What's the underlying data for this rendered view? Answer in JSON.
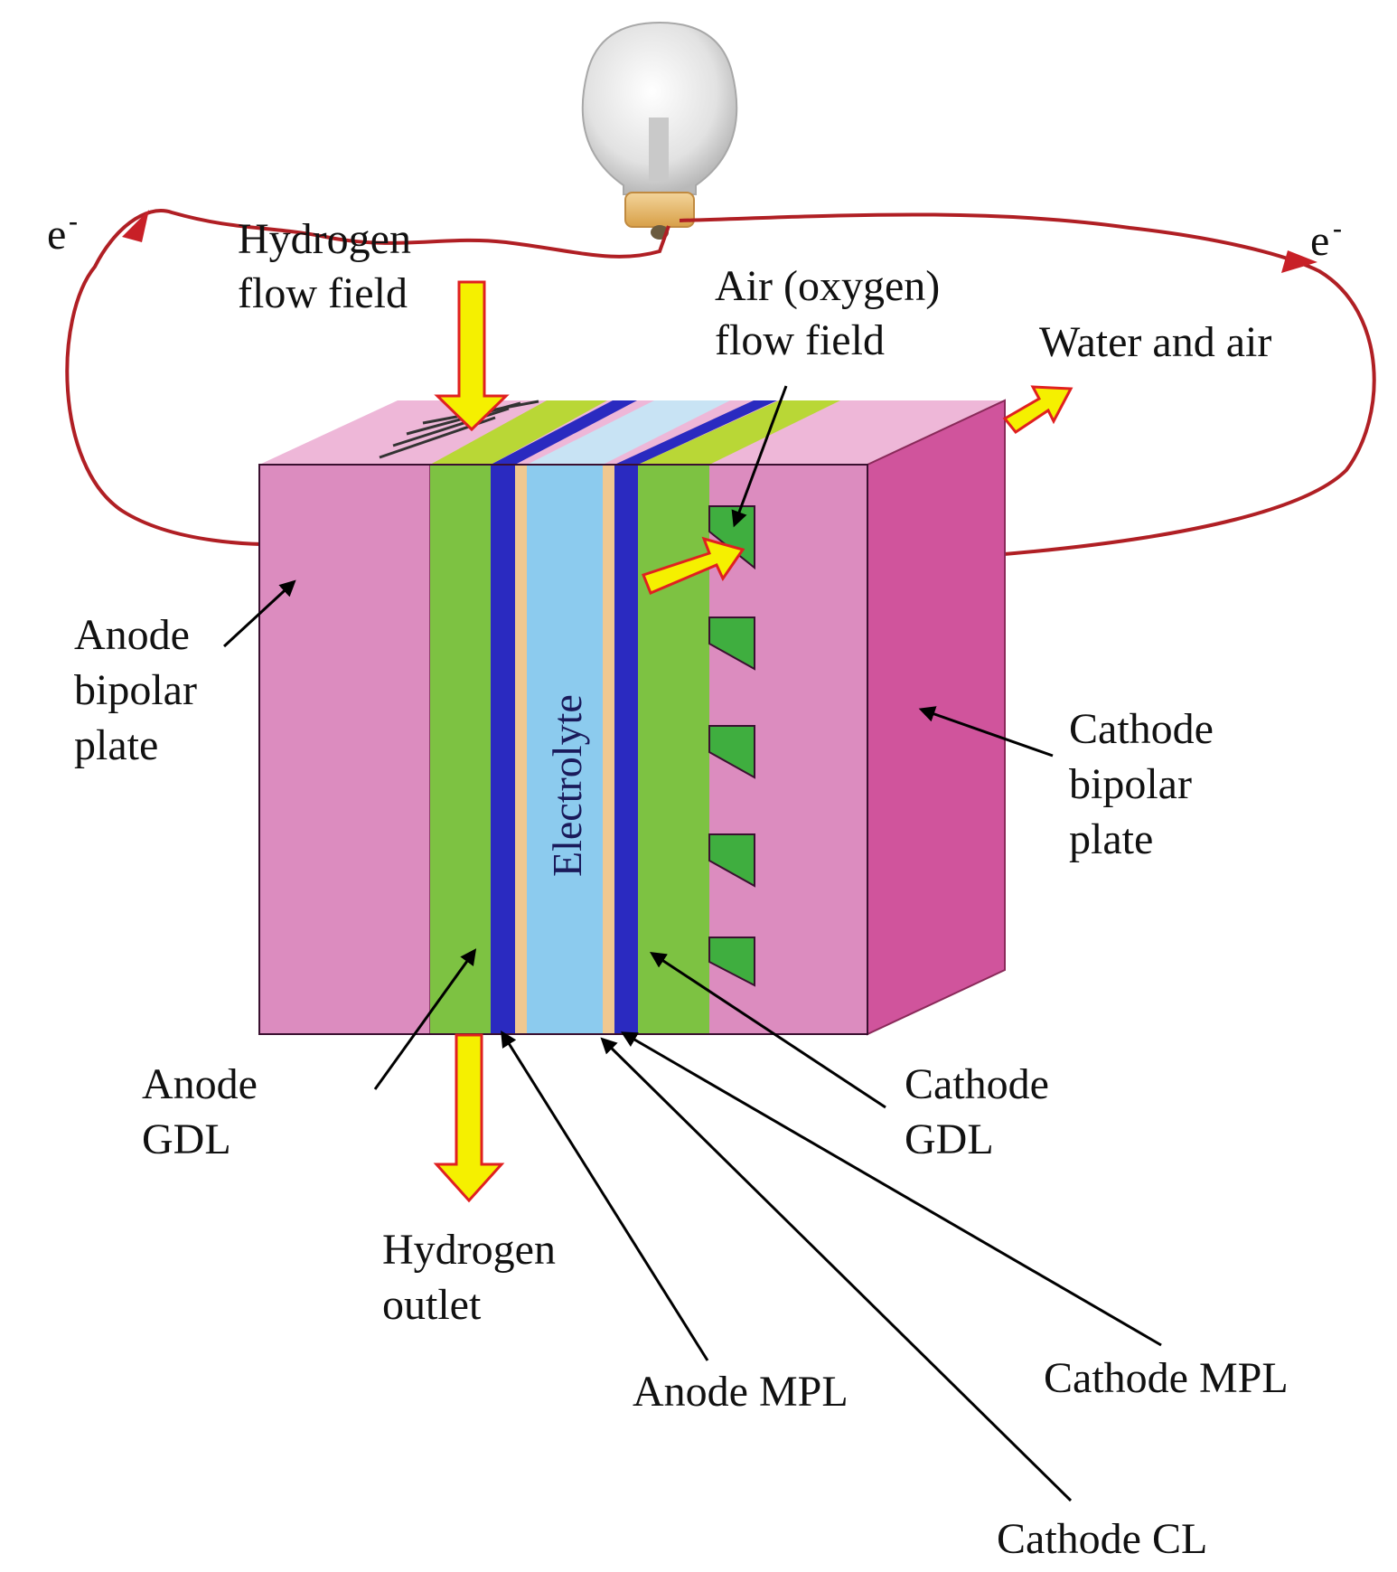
{
  "electron_left": {
    "base": "e",
    "sup": "-"
  },
  "electron_right": {
    "base": "e",
    "sup": "-"
  },
  "labels": {
    "hydrogen_flow_field": [
      "Hydrogen",
      "flow field"
    ],
    "air_flow_field": [
      "Air (oxygen)",
      "flow field"
    ],
    "water_and_air": "Water and air",
    "anode_bipolar_plate": [
      "Anode",
      "bipolar",
      "plate"
    ],
    "cathode_bipolar_plate": [
      "Cathode",
      "bipolar",
      "plate"
    ],
    "electrolyte": "Electrolyte",
    "anode_gdl": [
      "Anode",
      "GDL"
    ],
    "cathode_gdl": [
      "Cathode",
      "GDL"
    ],
    "hydrogen_outlet": [
      "Hydrogen",
      "outlet"
    ],
    "anode_mpl": "Anode MPL",
    "cathode_mpl": "Cathode MPL",
    "cathode_cl": "Cathode CL"
  },
  "colors": {
    "bipolar_plate": "#dc8cbf",
    "bipolar_plate_side": "#d0549c",
    "bipolar_plate_top": "#eeb7d8",
    "gdl": "#7dc242",
    "mpl": "#2a2ac0",
    "catalyst": "#f0c890",
    "electrolyte": "#8ccbee",
    "wire": "#b01f24",
    "flow_arrow": "#f5f000",
    "flow_arrow_outline": "#e02020"
  }
}
